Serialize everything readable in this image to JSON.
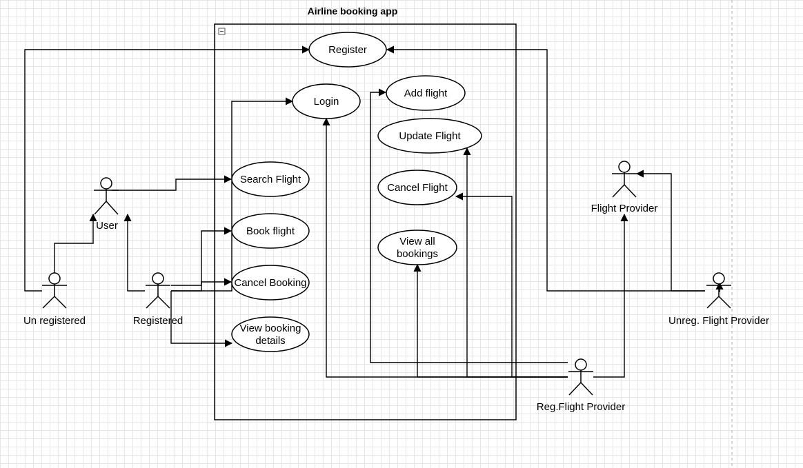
{
  "diagram": {
    "title": "Airline booking app",
    "use_cases": {
      "register": "Register",
      "login": "Login",
      "search_flight": "Search Flight",
      "book_flight": "Book flight",
      "cancel_booking": "Cancel Booking",
      "view_booking_details": [
        "View booking",
        "details"
      ],
      "add_flight": "Add flight",
      "update_flight": "Update Flight",
      "cancel_flight": "Cancel Flight",
      "view_all_bookings": [
        "View all",
        "bookings"
      ]
    },
    "actors": {
      "user": "User",
      "unregistered": "Un registered",
      "registered": "Registered",
      "flight_provider": "Flight Provider",
      "unreg_flight_provider": "Unreg. Flight Provider",
      "reg_flight_provider": "Reg.Flight Provider"
    }
  }
}
